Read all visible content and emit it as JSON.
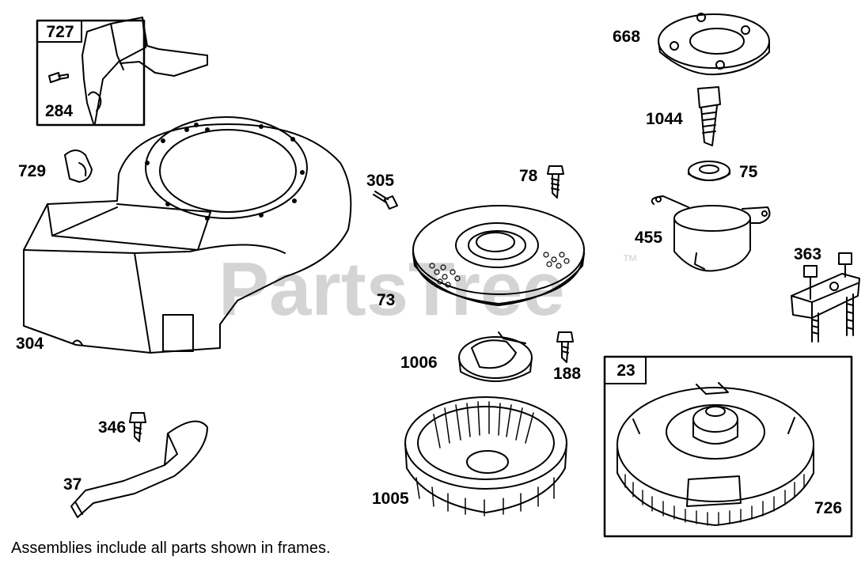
{
  "watermark": {
    "text": "PartsTree",
    "tm": "™"
  },
  "frames": [
    {
      "id": "frame-727",
      "label": "727"
    },
    {
      "id": "frame-23",
      "label": "23"
    }
  ],
  "parts": [
    {
      "id": "284",
      "label": "284"
    },
    {
      "id": "729",
      "label": "729"
    },
    {
      "id": "304",
      "label": "304"
    },
    {
      "id": "305",
      "label": "305"
    },
    {
      "id": "78",
      "label": "78"
    },
    {
      "id": "73",
      "label": "73"
    },
    {
      "id": "1006",
      "label": "1006"
    },
    {
      "id": "188",
      "label": "188"
    },
    {
      "id": "1005",
      "label": "1005"
    },
    {
      "id": "346",
      "label": "346"
    },
    {
      "id": "37",
      "label": "37"
    },
    {
      "id": "668",
      "label": "668"
    },
    {
      "id": "1044",
      "label": "1044"
    },
    {
      "id": "75",
      "label": "75"
    },
    {
      "id": "455",
      "label": "455"
    },
    {
      "id": "363",
      "label": "363"
    },
    {
      "id": "726",
      "label": "726"
    }
  ],
  "footnote": "Assemblies include all parts shown in frames."
}
